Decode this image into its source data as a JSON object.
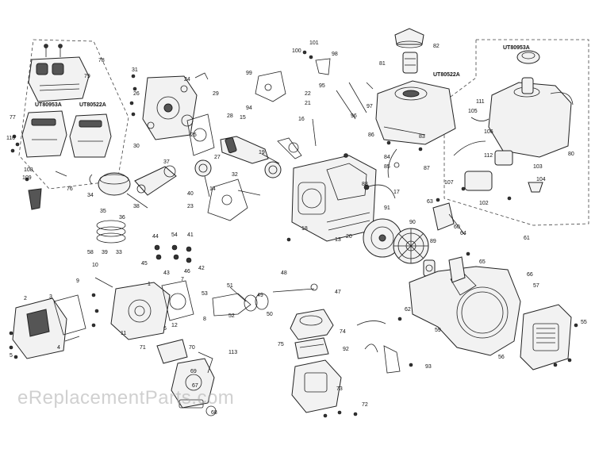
{
  "watermark": "eReplacementParts.com",
  "kits": [
    "UT80953A",
    "UT80522A",
    "UT80522A",
    "UT80953A"
  ],
  "callouts": [
    "1",
    "2",
    "3",
    "4",
    "5",
    "6",
    "7",
    "8",
    "9",
    "10",
    "11",
    "12",
    "13",
    "14",
    "15",
    "16",
    "17",
    "18",
    "19",
    "20",
    "21",
    "22",
    "23",
    "24",
    "25",
    "26",
    "27",
    "28",
    "29",
    "30",
    "31",
    "32",
    "33",
    "34",
    "35",
    "36",
    "37",
    "38",
    "39",
    "40",
    "41",
    "42",
    "43",
    "44",
    "45",
    "46",
    "47",
    "48",
    "49",
    "50",
    "51",
    "52",
    "53",
    "54",
    "55",
    "56",
    "57",
    "58",
    "59",
    "60",
    "61",
    "62",
    "63",
    "64",
    "65",
    "66",
    "67",
    "68",
    "69",
    "70",
    "71",
    "72",
    "73",
    "74",
    "75",
    "76",
    "77",
    "78",
    "79",
    "80",
    "81",
    "82",
    "83",
    "84",
    "85",
    "86",
    "87",
    "88",
    "89",
    "90",
    "91",
    "92",
    "93",
    "94",
    "95",
    "96",
    "97",
    "98",
    "99",
    "100",
    "101",
    "102",
    "103",
    "104",
    "105",
    "106",
    "107",
    "108",
    "109",
    "110",
    "111",
    "112",
    "113"
  ]
}
